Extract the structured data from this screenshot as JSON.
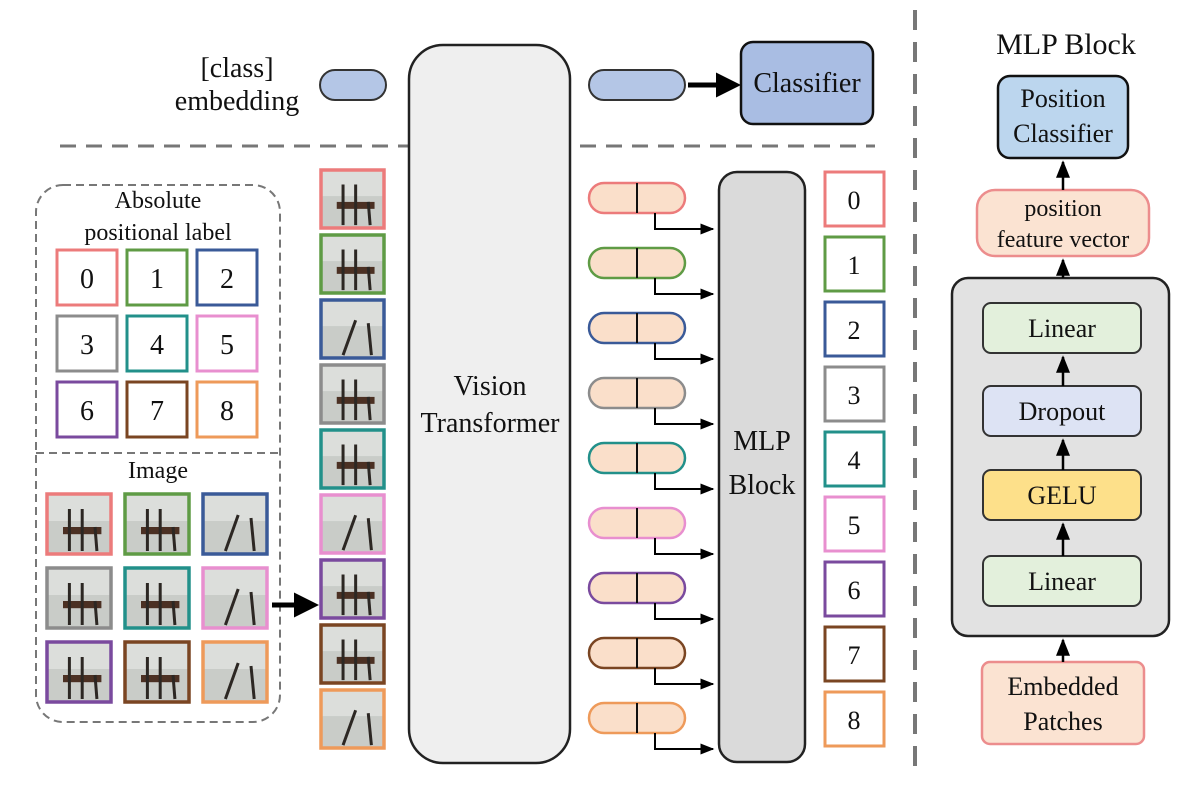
{
  "header": {
    "class_embedding_line1": "[class]",
    "class_embedding_line2": "embedding",
    "classifier_label": "Classifier"
  },
  "positional_panel": {
    "title_line1": "Absolute",
    "title_line2": "positional label",
    "labels": [
      "0",
      "1",
      "2",
      "3",
      "4",
      "5",
      "6",
      "7",
      "8"
    ]
  },
  "image_panel": {
    "title": "Image"
  },
  "vit": {
    "line1": "Vision",
    "line2": "Transformer"
  },
  "mlp_center": {
    "line1": "MLP",
    "line2": "Block"
  },
  "output_labels": [
    "0",
    "1",
    "2",
    "3",
    "4",
    "5",
    "6",
    "7",
    "8"
  ],
  "mlp_block_detail": {
    "title": "MLP Block",
    "position_classifier_line1": "Position",
    "position_classifier_line2": "Classifier",
    "feature_vector_line1": "position",
    "feature_vector_line2": "feature vector",
    "layers": [
      "Linear",
      "Dropout",
      "GELU",
      "Linear"
    ],
    "embedded_patches_line1": "Embedded",
    "embedded_patches_line2": "Patches"
  },
  "colors": {
    "patch_borders": [
      "#ec7b7b",
      "#5f9b45",
      "#3a5a98",
      "#8c8c8c",
      "#22908a",
      "#e88fcf",
      "#7a4a9e",
      "#7a4522",
      "#ee9a5a"
    ],
    "token_fill": "#fadfca",
    "class_token_fill": "#b4c6e6",
    "classifier_fill": "#a9bde3",
    "vit_fill": "#efefef",
    "mlp_center_fill": "#dadada",
    "mlp_panel_fill": "#e2e2e2",
    "linear_fill": "#e3f0dc",
    "dropout_fill": "#dde3f4",
    "gelu_fill": "#fde08a",
    "position_classifier_fill": "#bcd6ee",
    "peach_fill": "#fbe3d2",
    "peach_border": "#ec8d8d"
  }
}
